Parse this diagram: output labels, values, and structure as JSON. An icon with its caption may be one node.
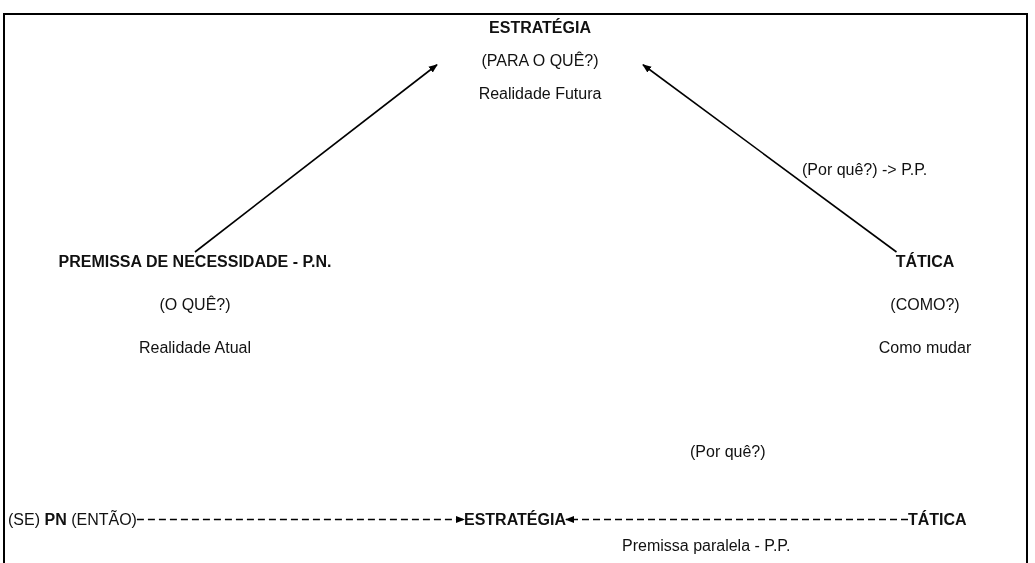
{
  "diagram": {
    "nodes": [
      {
        "text": [
          "ESTRATÉGIA",
          "(PARA O QUÊ?)",
          "Realidade Futura"
        ]
      },
      {
        "text": [
          "PREMISSA DE NECESSIDADE - P.N.",
          "(O QUÊ?)",
          "Realidade Atual"
        ]
      },
      {
        "text": [
          "TÁTICA",
          "(COMO?)",
          "Como mudar"
        ]
      },
      {
        "text": [
          "(SE) **PN** (ENTÃO)"
        ]
      },
      {
        "text": [
          "ESTRATÉGIA"
        ]
      },
      {
        "text": [
          "TÁTICA"
        ]
      }
    ],
    "edges": [
      {
        "from": 1,
        "to": 0,
        "arrow": "to"
      },
      {
        "from": 2,
        "to": 0,
        "arrow": "to",
        "label": "(Por quê?) -> P.P."
      },
      {
        "from": 3,
        "to": 4,
        "arrow": "to",
        "style": "dashed"
      },
      {
        "from": 5,
        "to": 4,
        "arrow": "to",
        "style": "dashed",
        "label": "(Por quê?)"
      }
    ],
    "labels": [
      "Premissa paralela  - P.P."
    ]
  }
}
